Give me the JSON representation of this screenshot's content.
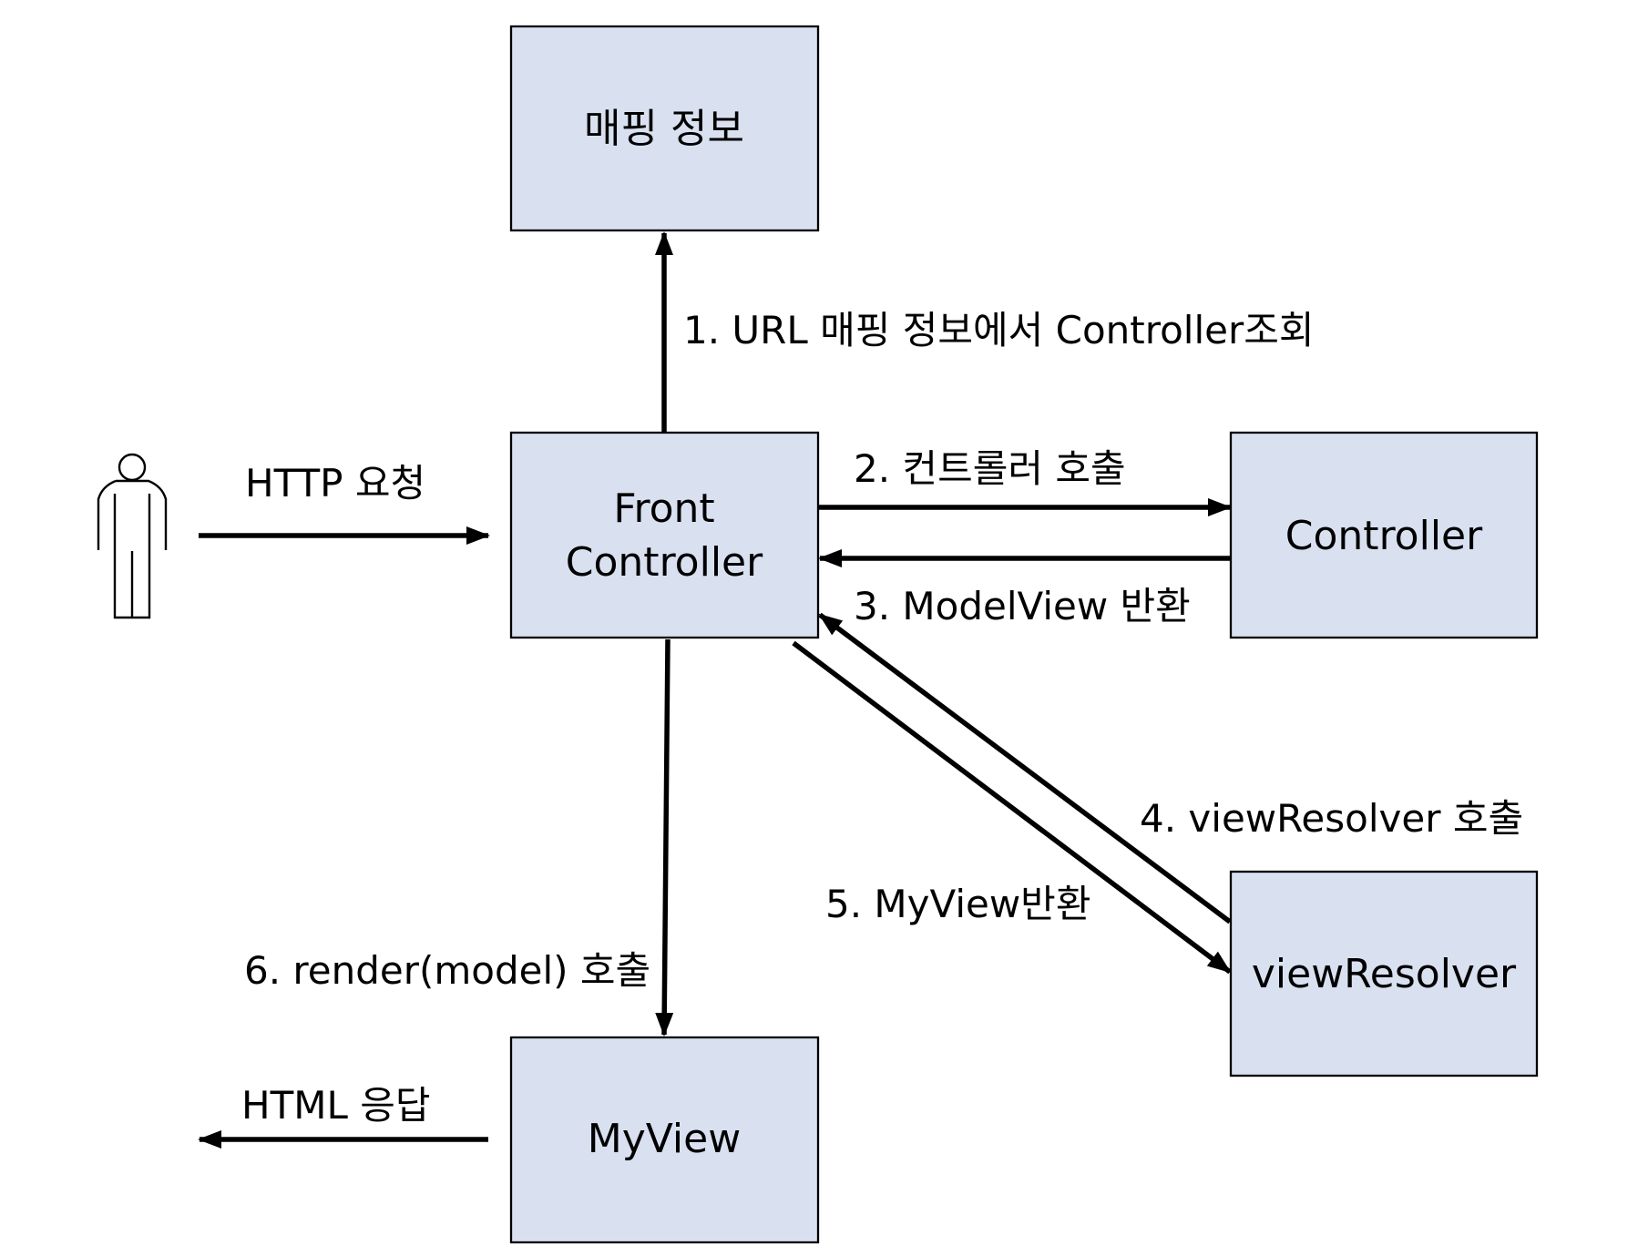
{
  "nodes": {
    "mapping": "매핑 정보",
    "front_line1": "Front",
    "front_line2": "Controller",
    "controller": "Controller",
    "view_resolver": "viewResolver",
    "my_view": "MyView"
  },
  "edges": {
    "http_request": "HTTP 요청",
    "step1": "1. URL 매핑 정보에서 Controller조회",
    "step2": "2. 컨트롤러 호출",
    "step3": "3. ModelView 반환",
    "step4": "4. viewResolver 호출",
    "step5": "5. MyView반환",
    "step6": "6. render(model) 호출",
    "html_response": "HTML 응답"
  },
  "colors": {
    "box_fill": "#d9e1f1",
    "stroke": "#000000"
  },
  "icons": {
    "actor": "user-icon"
  }
}
